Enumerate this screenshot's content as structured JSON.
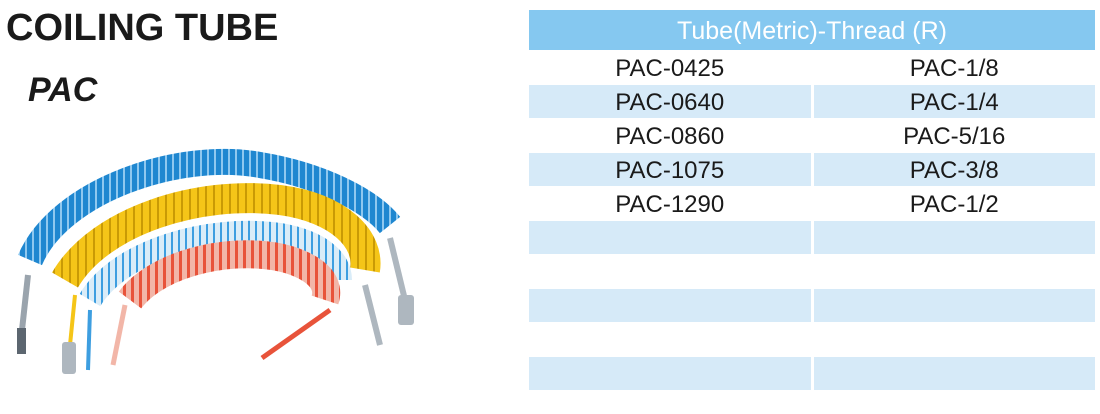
{
  "header": {
    "title": "COILING TUBE",
    "model": "PAC"
  },
  "image": {
    "alt": "Coiled polyurethane air hoses in blue, yellow, clear-blue and red with quick couplers",
    "colors": [
      "#1f87d0",
      "#f5c518",
      "#6fb6e8",
      "#e8533a"
    ]
  },
  "table": {
    "header": "Tube(Metric)-Thread (R)",
    "header_color": "#85c8f0",
    "row_shade_color": "#d6eaf8",
    "rows": [
      {
        "metric": "PAC-0425",
        "thread": "PAC-1/8"
      },
      {
        "metric": "PAC-0640",
        "thread": "PAC-1/4"
      },
      {
        "metric": "PAC-0860",
        "thread": "PAC-5/16"
      },
      {
        "metric": "PAC-1075",
        "thread": "PAC-3/8"
      },
      {
        "metric": "PAC-1290",
        "thread": "PAC-1/2"
      },
      {
        "metric": "",
        "thread": ""
      },
      {
        "metric": "",
        "thread": ""
      },
      {
        "metric": "",
        "thread": ""
      },
      {
        "metric": "",
        "thread": ""
      },
      {
        "metric": "",
        "thread": ""
      }
    ]
  }
}
